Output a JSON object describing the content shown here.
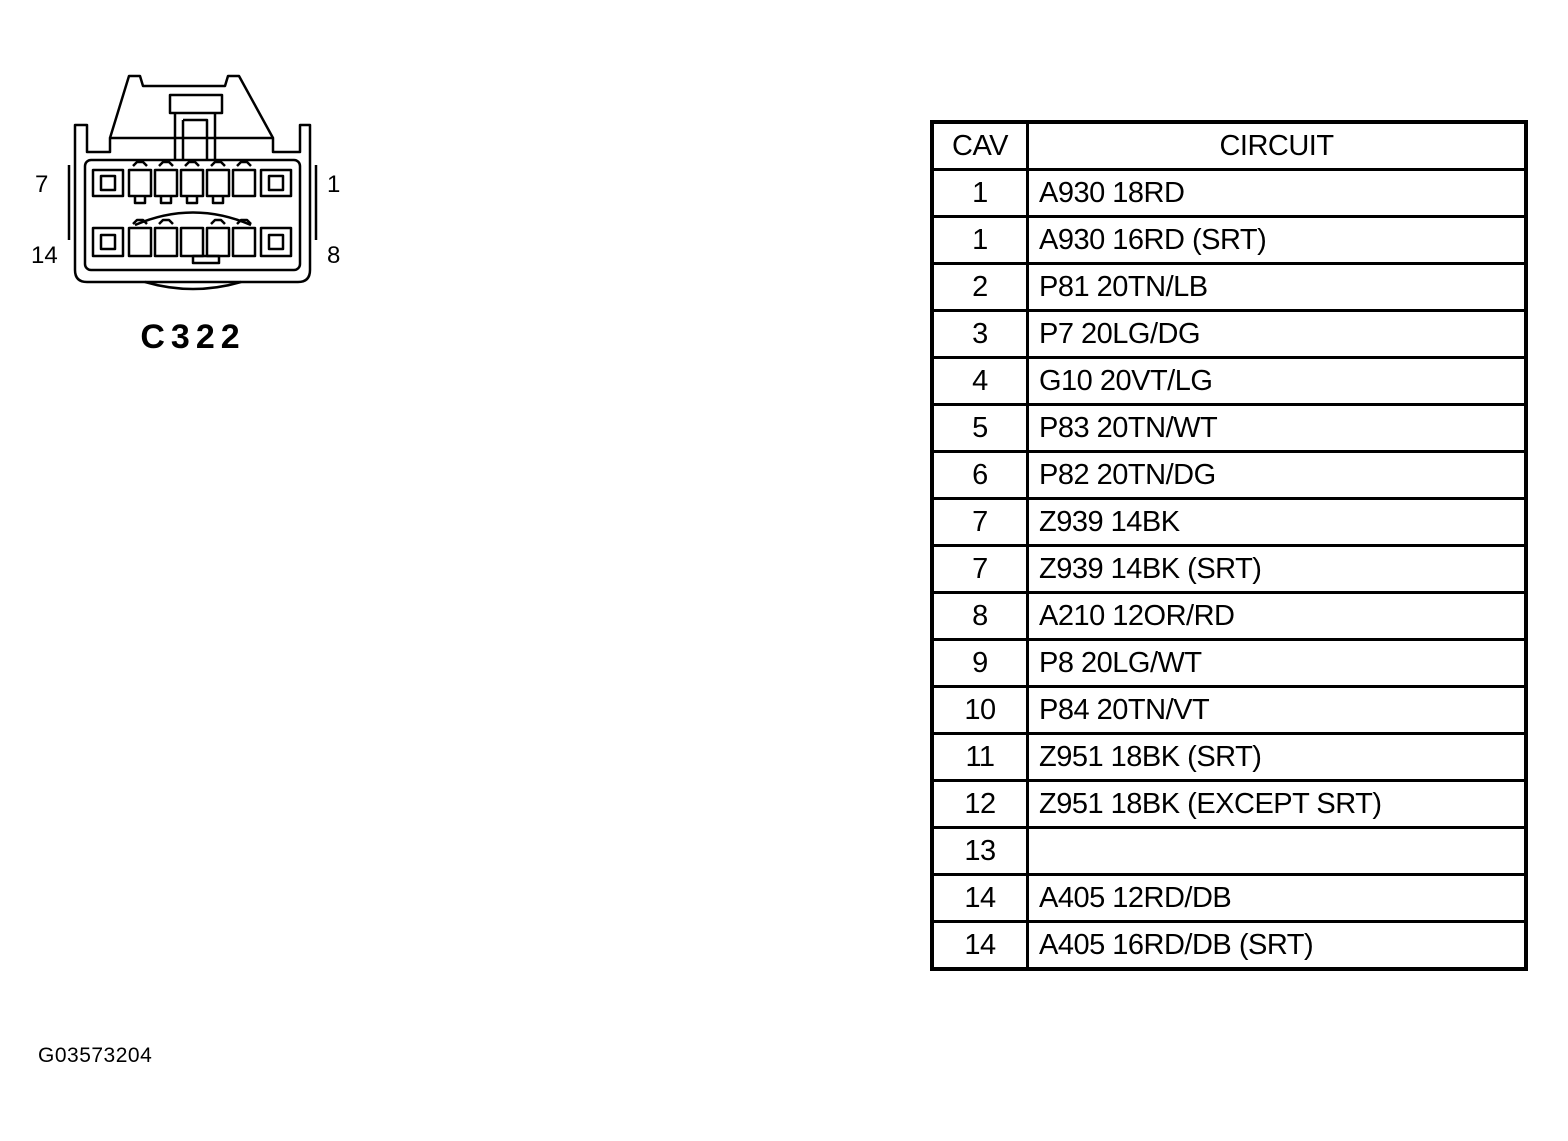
{
  "connector": {
    "name": "C322",
    "pin_labels": {
      "top_left": "7",
      "top_right": "1",
      "bottom_left": "14",
      "bottom_right": "8"
    }
  },
  "table": {
    "headers": {
      "cav": "CAV",
      "circuit": "CIRCUIT"
    },
    "rows": [
      {
        "cav": "1",
        "circuit": "A930 18RD"
      },
      {
        "cav": "1",
        "circuit": "A930 16RD (SRT)"
      },
      {
        "cav": "2",
        "circuit": "P81 20TN/LB"
      },
      {
        "cav": "3",
        "circuit": "P7 20LG/DG"
      },
      {
        "cav": "4",
        "circuit": "G10 20VT/LG"
      },
      {
        "cav": "5",
        "circuit": "P83 20TN/WT"
      },
      {
        "cav": "6",
        "circuit": "P82 20TN/DG"
      },
      {
        "cav": "7",
        "circuit": "Z939 14BK"
      },
      {
        "cav": "7",
        "circuit": "Z939 14BK (SRT)"
      },
      {
        "cav": "8",
        "circuit": "A210 12OR/RD"
      },
      {
        "cav": "9",
        "circuit": "P8 20LG/WT"
      },
      {
        "cav": "10",
        "circuit": "P84 20TN/VT"
      },
      {
        "cav": "11",
        "circuit": "Z951 18BK (SRT)"
      },
      {
        "cav": "12",
        "circuit": "Z951 18BK (EXCEPT SRT)"
      },
      {
        "cav": "13",
        "circuit": ""
      },
      {
        "cav": "14",
        "circuit": "A405 12RD/DB"
      },
      {
        "cav": "14",
        "circuit": "A405 16RD/DB (SRT)"
      }
    ]
  },
  "figure_id": "G03573204"
}
